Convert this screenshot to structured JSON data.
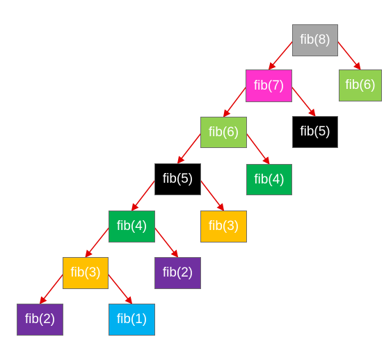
{
  "colors": {
    "gray": "#a6a6a6",
    "magenta": "#ff33cc",
    "light_green": "#92d050",
    "black": "#000000",
    "green": "#00b050",
    "yellow": "#ffc000",
    "purple": "#7030a0",
    "blue": "#00b0f0",
    "edge": "#e00000"
  },
  "nodes": [
    {
      "id": "n8",
      "label": "fib(8)",
      "color": "gray"
    },
    {
      "id": "n7",
      "label": "fib(7)",
      "color": "magenta"
    },
    {
      "id": "n6r",
      "label": "fib(6)",
      "color": "light_green"
    },
    {
      "id": "n6",
      "label": "fib(6)",
      "color": "light_green"
    },
    {
      "id": "n5r",
      "label": "fib(5)",
      "color": "black"
    },
    {
      "id": "n5",
      "label": "fib(5)",
      "color": "black"
    },
    {
      "id": "n4r",
      "label": "fib(4)",
      "color": "green"
    },
    {
      "id": "n4",
      "label": "fib(4)",
      "color": "green"
    },
    {
      "id": "n3r",
      "label": "fib(3)",
      "color": "yellow"
    },
    {
      "id": "n3",
      "label": "fib(3)",
      "color": "yellow"
    },
    {
      "id": "n2r",
      "label": "fib(2)",
      "color": "purple"
    },
    {
      "id": "n2",
      "label": "fib(2)",
      "color": "purple"
    },
    {
      "id": "n1",
      "label": "fib(1)",
      "color": "blue"
    }
  ],
  "edges": [
    [
      "n8",
      "n7"
    ],
    [
      "n8",
      "n6r"
    ],
    [
      "n7",
      "n6"
    ],
    [
      "n7",
      "n5r"
    ],
    [
      "n6",
      "n5"
    ],
    [
      "n6",
      "n4r"
    ],
    [
      "n5",
      "n4"
    ],
    [
      "n5",
      "n3r"
    ],
    [
      "n4",
      "n3"
    ],
    [
      "n4",
      "n2r"
    ],
    [
      "n3",
      "n2"
    ],
    [
      "n3",
      "n1"
    ]
  ]
}
